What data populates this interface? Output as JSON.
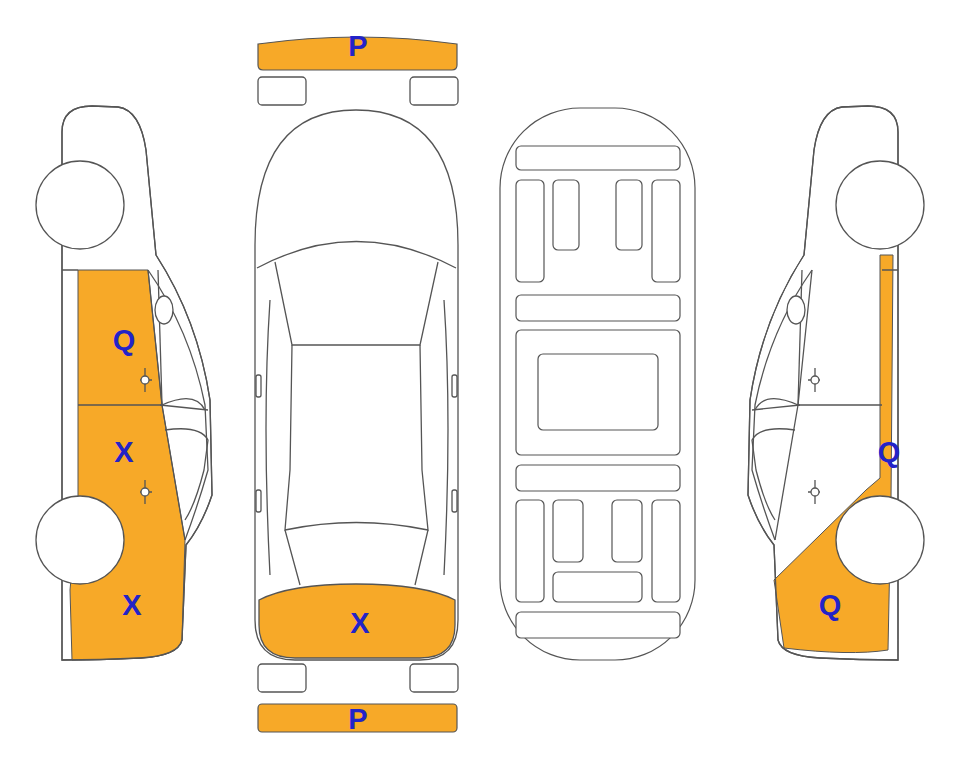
{
  "diagram": {
    "labels": [
      "P",
      "Q",
      "X",
      "X",
      "X",
      "Q",
      "Q",
      "P"
    ]
  }
}
